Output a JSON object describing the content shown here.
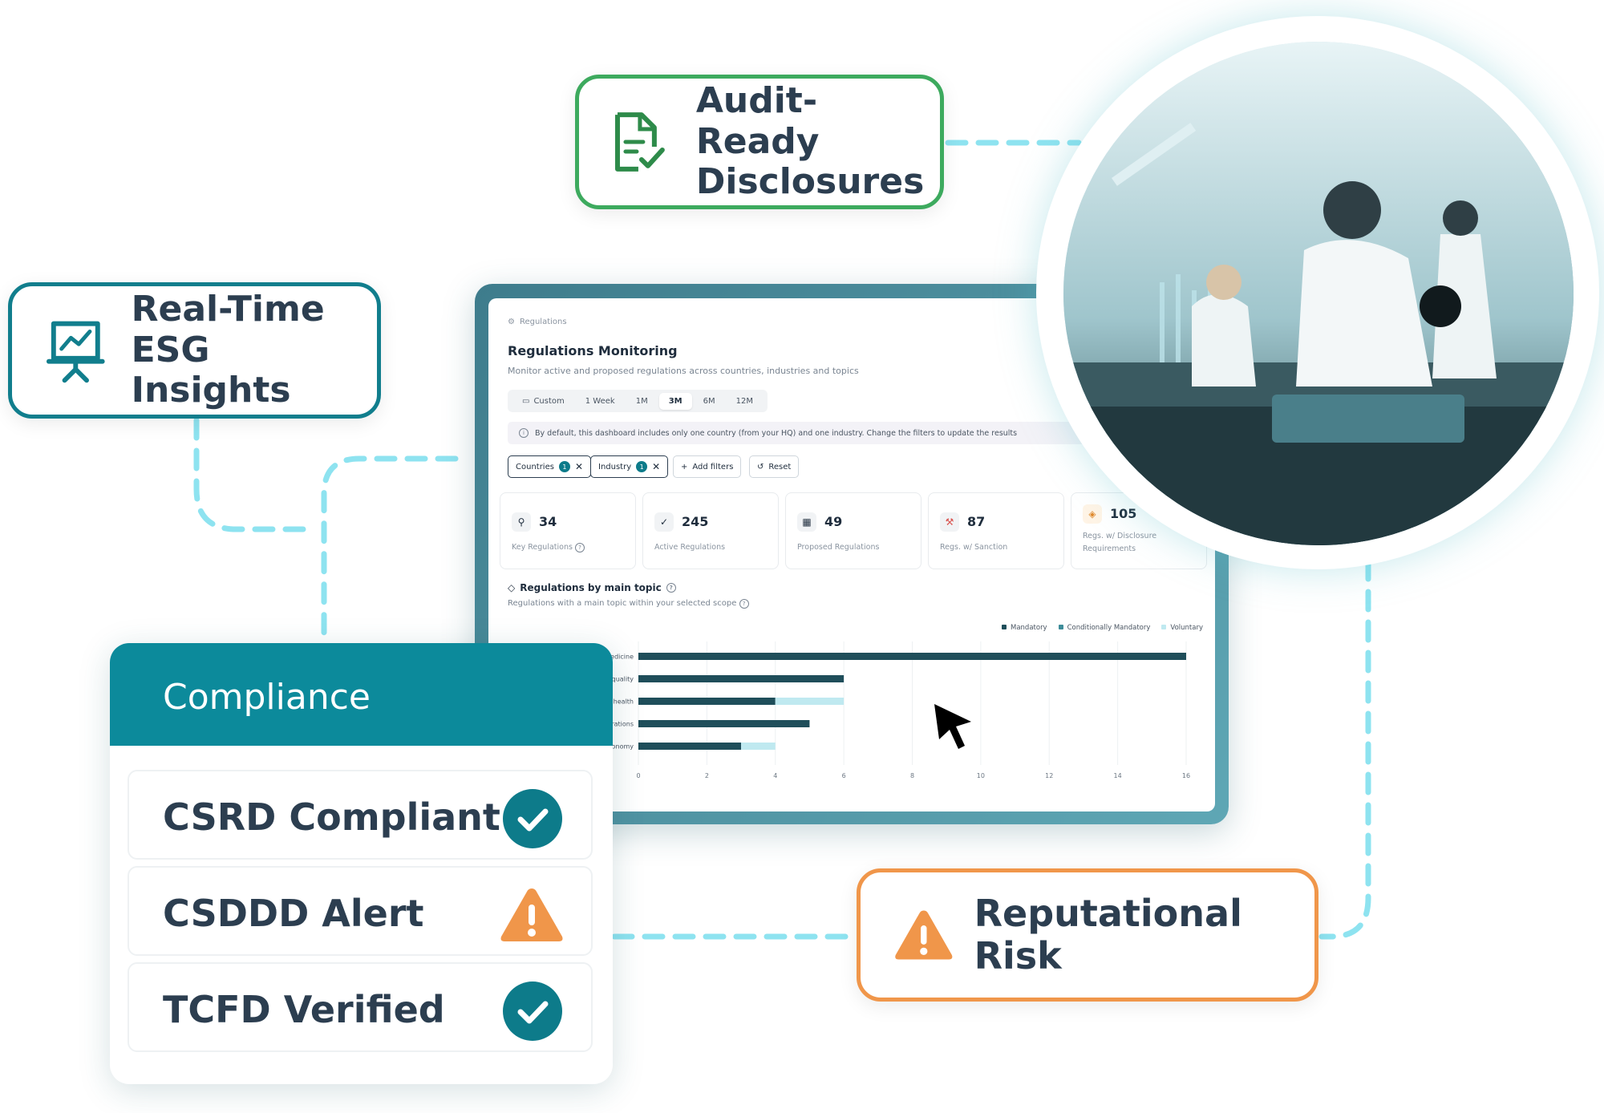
{
  "callouts": {
    "audit": {
      "line1": "Audit-Ready",
      "line2": "Disclosures",
      "icon": "document-check-icon",
      "color": "#3daa5e"
    },
    "insights": {
      "line1": "Real-Time",
      "line2": "ESG Insights",
      "icon": "presentation-chart-icon",
      "color": "#117e8d"
    },
    "risk": {
      "label": "Reputational Risk",
      "icon": "warning-icon",
      "color": "#f0964a"
    }
  },
  "compliance": {
    "title": "Compliance",
    "items": [
      {
        "label": "CSRD Compliant",
        "status": "check"
      },
      {
        "label": "CSDDD Alert",
        "status": "warning"
      },
      {
        "label": "TCFD Verified",
        "status": "check"
      }
    ]
  },
  "dashboard": {
    "breadcrumb": "Regulations",
    "title": "Regulations Monitoring",
    "subtitle": "Monitor active and proposed regulations across countries, industries and topics",
    "ranges": [
      "Custom",
      "1 Week",
      "1M",
      "3M",
      "6M",
      "12M"
    ],
    "active_range": "3M",
    "notice": "By default, this dashboard includes only one country (from your HQ) and one industry. Change the filters to update the results",
    "filters": {
      "countries": {
        "label": "Countries",
        "count": "1"
      },
      "industry": {
        "label": "Industry",
        "count": "1"
      },
      "add": "Add filters",
      "reset": "Reset"
    },
    "stats": [
      {
        "value": "34",
        "label": "Key Regulations"
      },
      {
        "value": "245",
        "label": "Active Regulations"
      },
      {
        "value": "49",
        "label": "Proposed Regulations"
      },
      {
        "value": "87",
        "label": "Regs. w/ Sanction"
      },
      {
        "value": "105",
        "label": "Regs. w/ Disclosure Requirements"
      }
    ],
    "section_title": "Regulations by main topic",
    "section_sub": "Regulations with a main topic within your selected scope"
  },
  "chart_data": {
    "type": "bar",
    "orientation": "horizontal",
    "stacked": true,
    "categories": [
      "& medicine",
      "quality",
      "health",
      "rations",
      "onomy"
    ],
    "series": [
      {
        "name": "Mandatory",
        "color": "#1f4e5a",
        "values": [
          16,
          6,
          4,
          5,
          3
        ]
      },
      {
        "name": "Conditionally Mandatory",
        "color": "#3d8c99",
        "values": [
          0,
          0,
          0,
          0,
          0
        ]
      },
      {
        "name": "Voluntary",
        "color": "#bfe9f0",
        "values": [
          0,
          0,
          2,
          0,
          1
        ]
      }
    ],
    "xlim": [
      0,
      16
    ],
    "xticks": [
      "0",
      "2",
      "4",
      "6",
      "8",
      "10",
      "12",
      "14",
      "16"
    ],
    "grid": true,
    "legend": "top-right"
  }
}
